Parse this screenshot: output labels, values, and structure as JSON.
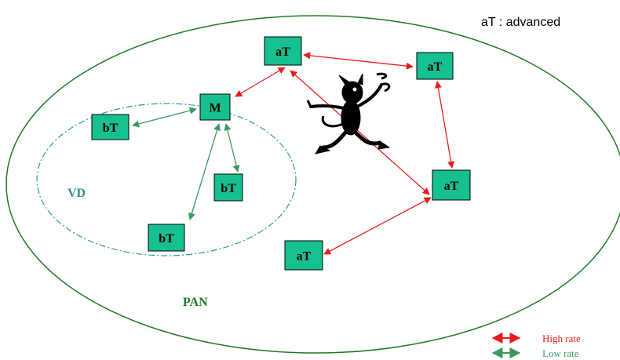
{
  "diagram": {
    "top_note": "aT : advanced",
    "regions": {
      "pan": {
        "label": "PAN",
        "color": "#1f7a1f"
      },
      "vd": {
        "label": "VD",
        "color": "#2a8f8f"
      }
    },
    "nodes": [
      {
        "id": "M",
        "label": "M"
      },
      {
        "id": "bT1",
        "label": "bT"
      },
      {
        "id": "bT2",
        "label": "bT"
      },
      {
        "id": "bT3",
        "label": "bT"
      },
      {
        "id": "aT1",
        "label": "aT"
      },
      {
        "id": "aT2",
        "label": "aT"
      },
      {
        "id": "aT3",
        "label": "aT"
      },
      {
        "id": "aT4",
        "label": "aT"
      }
    ],
    "links": [
      {
        "from": "M",
        "to": "bT1",
        "rate": "low"
      },
      {
        "from": "M",
        "to": "bT2",
        "rate": "low"
      },
      {
        "from": "M",
        "to": "bT3",
        "rate": "low"
      },
      {
        "from": "M",
        "to": "aT1",
        "rate": "high"
      },
      {
        "from": "aT1",
        "to": "aT2",
        "rate": "high"
      },
      {
        "from": "aT2",
        "to": "aT3",
        "rate": "high"
      },
      {
        "from": "aT1",
        "to": "aT3",
        "rate": "high"
      },
      {
        "from": "aT3",
        "to": "aT4",
        "rate": "high"
      }
    ],
    "legend": {
      "high": {
        "label": "High rate",
        "color": "#e81c1c"
      },
      "low": {
        "label": "Low rate",
        "color": "#3a9a5e"
      }
    },
    "figure_icon": "devil-figure-icon"
  }
}
